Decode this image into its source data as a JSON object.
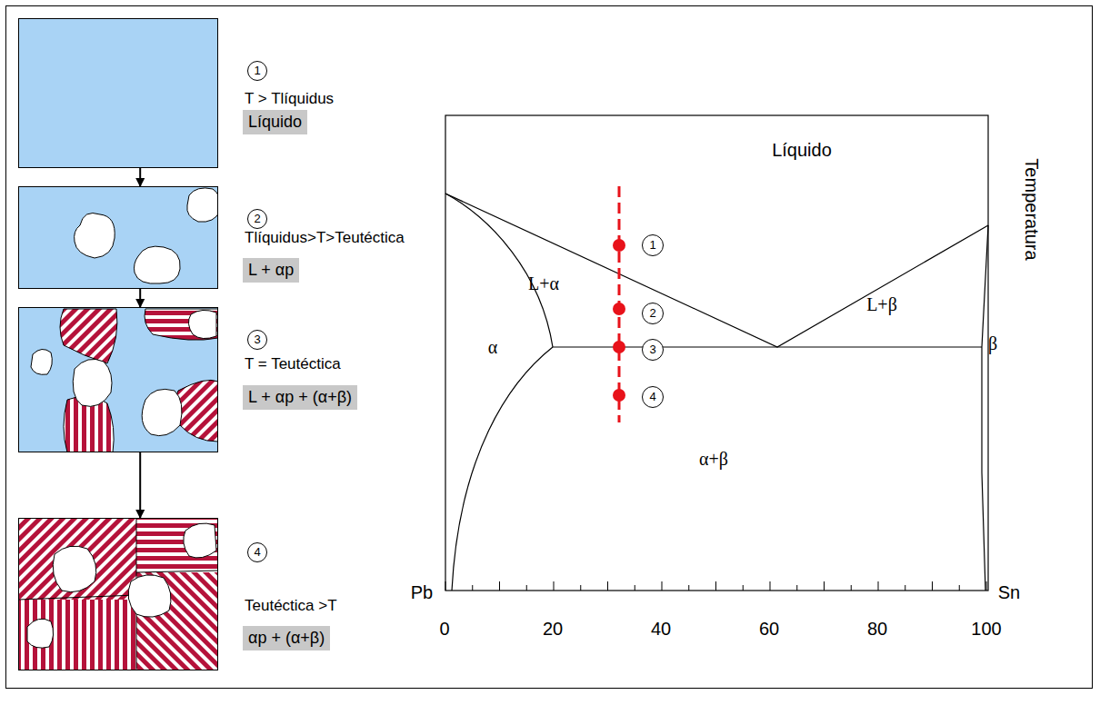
{
  "diagram": {
    "nodes": [
      {
        "text": [
          "1",
          "T > Tlíquidus",
          "Líquido"
        ]
      },
      {
        "text": [
          "2",
          "Tlíquidus>T>Teutéctica",
          "L + αp"
        ]
      },
      {
        "text": [
          "3",
          "T = Teutéctica",
          "L + αp + (α+β)"
        ]
      },
      {
        "text": [
          "4",
          "Teutéctica >T",
          "αp + (α+β)"
        ]
      }
    ],
    "edges": [
      {
        "from": 0,
        "to": 1,
        "arrow": "to"
      },
      {
        "from": 1,
        "to": 2,
        "arrow": "to"
      },
      {
        "from": 2,
        "to": 3,
        "arrow": "to"
      }
    ],
    "labels": [
      "Líquido",
      "L+α",
      "α",
      "L+β",
      "β",
      "α+β",
      "1",
      "2",
      "3",
      "4",
      "Pb",
      "Sn",
      "0",
      "20",
      "40",
      "60",
      "80",
      "100",
      "Temperatura"
    ]
  }
}
